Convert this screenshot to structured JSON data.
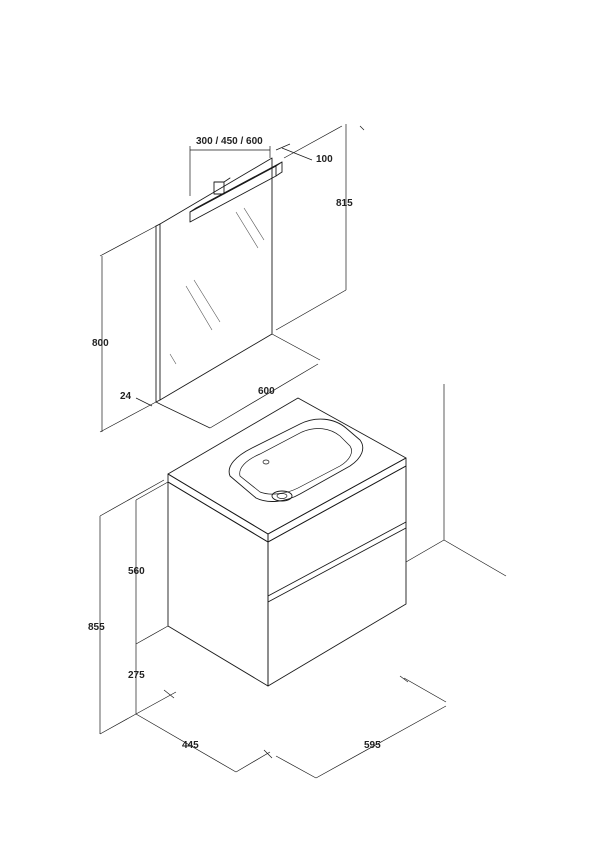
{
  "dimensions": {
    "light_width": "300 / 450 / 600",
    "light_depth": "100",
    "mirror_top_height": "815",
    "mirror_height": "800",
    "mirror_thickness": "24",
    "mirror_width": "600",
    "cabinet_height": "560",
    "total_height": "855",
    "floor_gap": "275",
    "cabinet_depth": "445",
    "cabinet_width": "595"
  },
  "colors": {
    "line": "#1a1a1a",
    "background": "#ffffff"
  }
}
